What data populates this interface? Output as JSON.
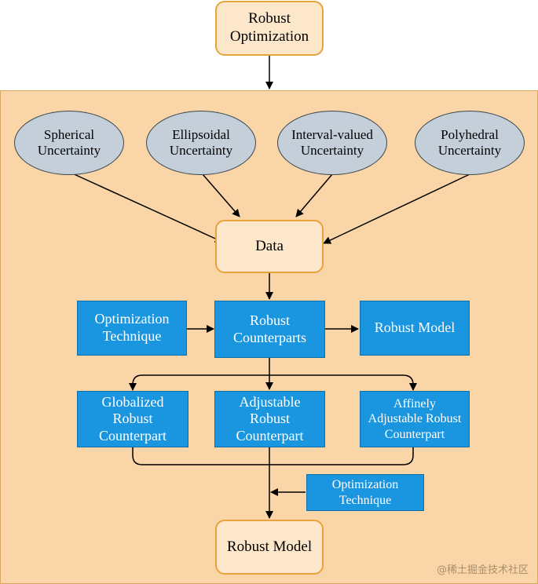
{
  "top": {
    "title": "Robust\nOptimization"
  },
  "uncertainty": [
    {
      "label": "Spherical\nUncertainty"
    },
    {
      "label": "Ellipsoidal\nUncertainty"
    },
    {
      "label": "Interval-valued\nUncertainty"
    },
    {
      "label": "Polyhedral\nUncertainty"
    }
  ],
  "data_node": {
    "label": "Data"
  },
  "optimization_technique_1": {
    "label": "Optimization\nTechnique"
  },
  "robust_counterparts": {
    "label": "Robust\nCounterparts"
  },
  "robust_model_1": {
    "label": "Robust Model"
  },
  "counterparts": [
    {
      "label": "Globalized\nRobust\nCounterpart"
    },
    {
      "label": "Adjustable\nRobust\nCounterpart"
    },
    {
      "label": "Affinely\nAdjustable Robust\nCounterpart"
    }
  ],
  "optimization_technique_2": {
    "label": "Optimization\nTechnique"
  },
  "robust_model_2": {
    "label": "Robust Model"
  },
  "watermark": "@稀土掘金技术社区"
}
